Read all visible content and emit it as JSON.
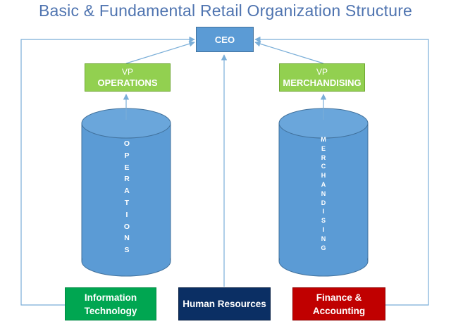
{
  "title": "Basic & Fundamental Retail Organization Structure",
  "ceo": "CEO",
  "vp_operations": {
    "line1": "VP",
    "line2": "OPERATIONS"
  },
  "vp_merchandising": {
    "line1": "VP",
    "line2": "MERCHANDISING"
  },
  "operations_letters": [
    "O",
    "P",
    "E",
    "R",
    "A",
    "T",
    "I",
    "O",
    "N",
    "S"
  ],
  "merchandising_letters": [
    "M",
    "E",
    "R",
    "C",
    "H",
    "A",
    "N",
    "D",
    "I",
    "S",
    "I",
    "N",
    "G"
  ],
  "departments": {
    "information_technology": {
      "line1": "Information",
      "line2": "Technology"
    },
    "human_resources": {
      "line1": "Human Resources"
    },
    "finance_accounting": {
      "line1": "Finance &",
      "line2": "Accounting"
    }
  },
  "colors": {
    "title": "#4f74b0",
    "ceo": "#5b9bd5",
    "vp": "#92d050",
    "cylinder": "#5b9bd5",
    "information_technology": "#00a651",
    "human_resources": "#0b2f64",
    "finance_accounting": "#c00000",
    "connector": "#7aaed8"
  }
}
